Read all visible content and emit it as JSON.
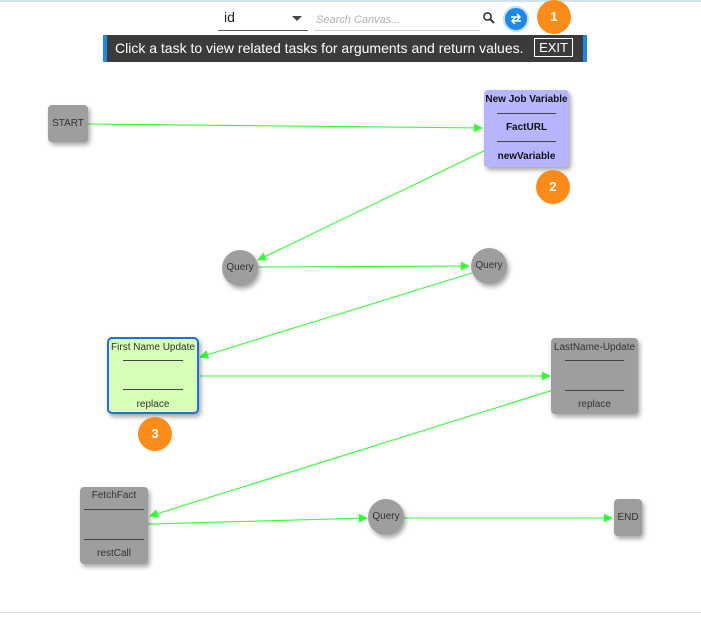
{
  "toolbar": {
    "select_value": "id",
    "search_placeholder": "Search Canvas...",
    "icons": {
      "search": "search-icon",
      "toggle": "swap-icon"
    }
  },
  "banner": {
    "message": "Click a task to view related tasks for arguments and return values.",
    "exit_label": "EXIT"
  },
  "badges": [
    "1",
    "2",
    "3"
  ],
  "nodes": {
    "start": {
      "label": "START"
    },
    "new_job_variable": {
      "title": "New Job Variable",
      "argument": "FactURL",
      "return": "newVariable"
    },
    "query_1": {
      "label": "Query"
    },
    "query_2": {
      "label": "Query"
    },
    "first_name_update": {
      "title": "First Name Update",
      "return": "replace"
    },
    "lastname_update": {
      "title": "LastName-Update",
      "return": "replace"
    },
    "fetch_fact": {
      "title": "FetchFact",
      "return": "restCall"
    },
    "query_3": {
      "label": "Query"
    },
    "end": {
      "label": "END"
    }
  },
  "colors": {
    "edge": "#33ff33",
    "node_default": "#9e9e9e",
    "node_selected_fill": "#d7ffb8",
    "node_selected_border": "#1e6fe0",
    "node_related": "#b8b5ff",
    "badge": "#fb8c1a",
    "accent": "#1e88e5",
    "banner": "#3b3b3b"
  }
}
